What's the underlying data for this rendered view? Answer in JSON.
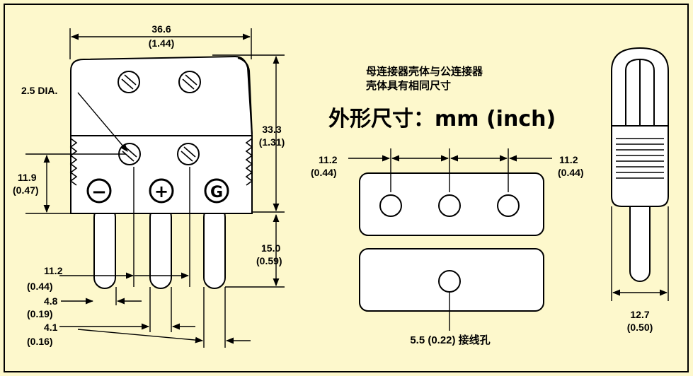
{
  "colors": {
    "background": "#FDF8CC",
    "frame": "#000000",
    "body_fill": "#FFFFFF"
  },
  "plug_front": {
    "width": "36.6",
    "width_inch": "(1.44)",
    "height": "33.3",
    "height_inch": "(1.31)",
    "hole": "2.5 DIA.",
    "lower_height": "11.9",
    "lower_height_inch": "(0.47)",
    "pin_length": "15.0",
    "pin_length_inch": "(0.59)",
    "pin_spacing": "11.2",
    "pin_spacing_inch": "(0.44)",
    "pin_width": "4.8",
    "pin_width_inch": "(0.19)",
    "pin_thickness": "4.1",
    "pin_thickness_inch": "(0.16)",
    "terminal_minus": "−",
    "terminal_plus": "+",
    "terminal_ground": "G"
  },
  "note": {
    "line1": "母连接器壳体与公连接器",
    "line2": "壳体具有相同尺寸",
    "units": "外形尺寸：mm (inch)"
  },
  "face_view": {
    "spacing_left": "11.2",
    "spacing_left_inch": "(0.44)",
    "spacing_right": "11.2",
    "spacing_right_inch": "(0.44)",
    "wire_hole": "5.5 (0.22) 接线孔"
  },
  "side_view": {
    "width": "12.7",
    "width_inch": "(0.50)"
  }
}
